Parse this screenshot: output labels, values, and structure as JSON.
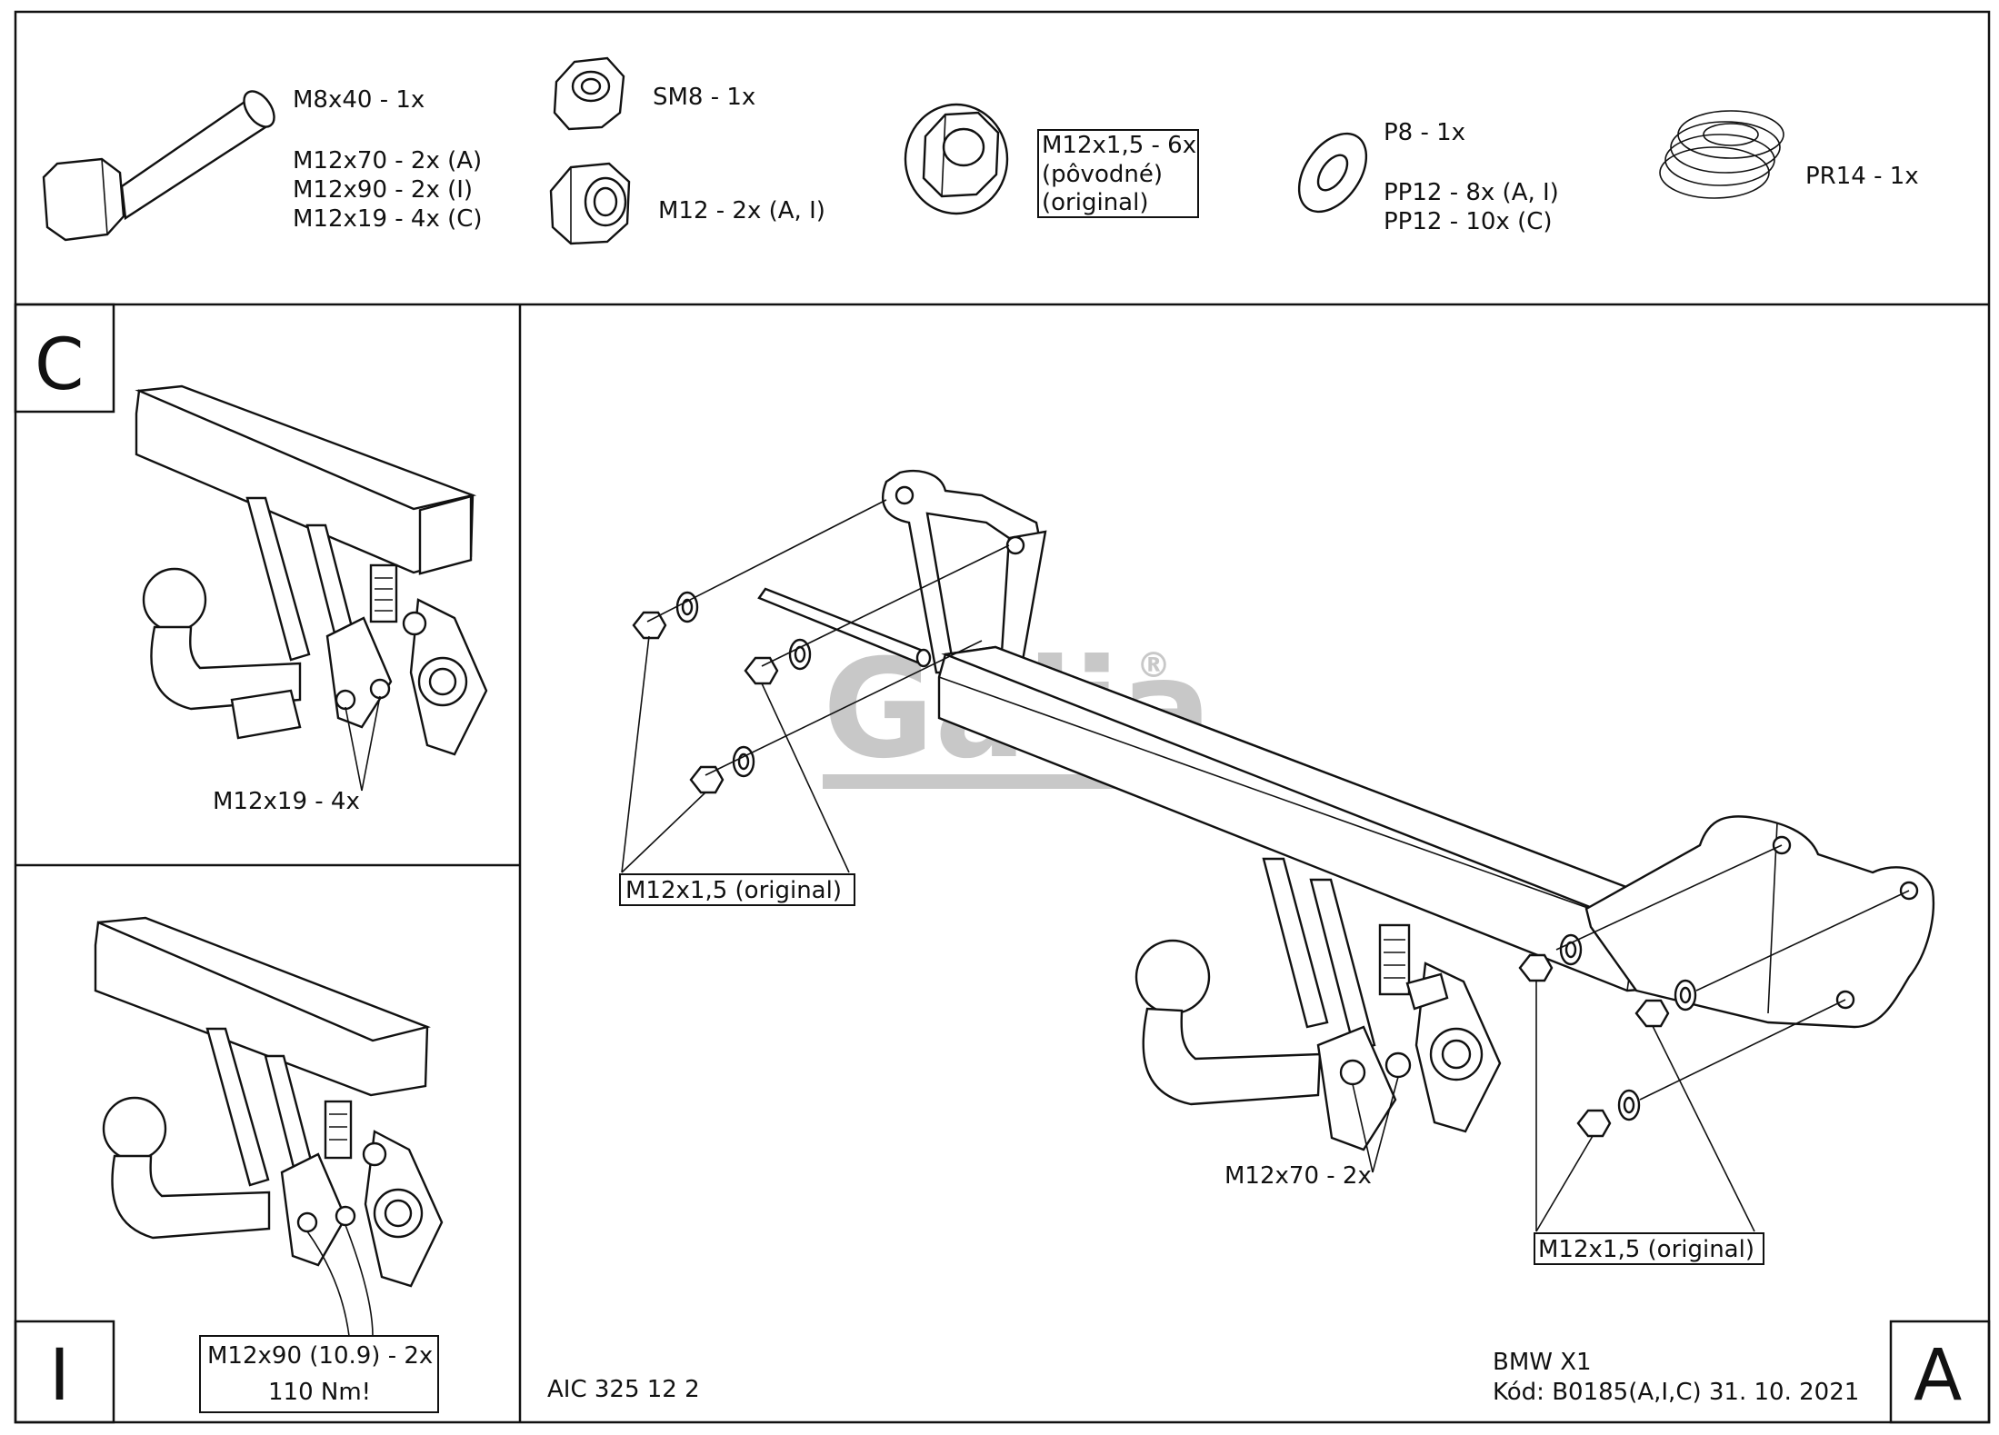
{
  "parts": {
    "bolt": [
      "M8x40 - 1x",
      "M12x70 - 2x (A)",
      "M12x90 - 2x (I)",
      "M12x19 - 4x (C)"
    ],
    "sm8": "SM8 - 1x",
    "m12": "M12 - 2x (A, I)",
    "flange_nut": [
      "M12x1,5 - 6x",
      "(pôvodné)",
      "(original)"
    ],
    "washer": [
      "P8 - 1x",
      "PP12 - 8x (A, I)",
      "PP12 - 10x (C)"
    ],
    "spring": "PR14 - 1x"
  },
  "panel_c": {
    "letter": "C",
    "callout": "M12x19 - 4x"
  },
  "panel_i": {
    "letter": "I",
    "callout": [
      "M12x90 (10.9) - 2x",
      "110 Nm!"
    ]
  },
  "panel_a": {
    "letter": "A",
    "callout_left": "M12x1,5 (original)",
    "callout_right": "M12x1,5 (original)",
    "callout_bolts": "M12x70 - 2x"
  },
  "watermark": {
    "text": "Galia",
    "mark": "®"
  },
  "footer": {
    "code": "AIC 325 12 2",
    "model": "BMW X1",
    "kod": "Kód: B0185(A,I,C)  31. 10. 2021"
  }
}
